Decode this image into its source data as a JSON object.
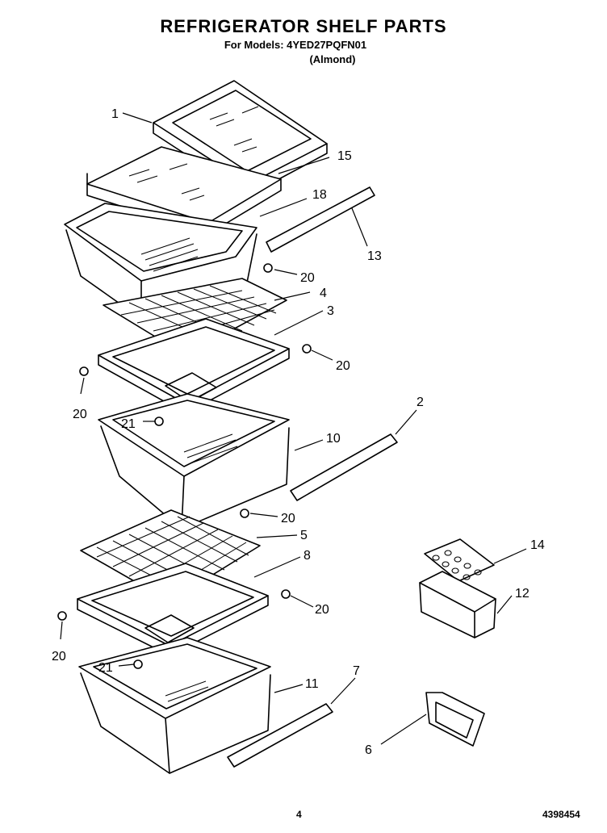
{
  "header": {
    "title": "REFRIGERATOR SHELF PARTS",
    "models": "For Models: 4YED27PQFN01",
    "color": "(Almond)"
  },
  "footer": {
    "page_number": "4",
    "document_number": "4398454"
  },
  "callouts": {
    "c1": "1",
    "c15": "15",
    "c18": "18",
    "c13": "13",
    "c20a": "20",
    "c4": "4",
    "c3": "3",
    "c20b": "20",
    "c20c": "20",
    "c21a": "21",
    "c10": "10",
    "c2": "2",
    "c20d": "20",
    "c5": "5",
    "c8": "8",
    "c14": "14",
    "c12": "12",
    "c20e": "20",
    "c20f": "20",
    "c21b": "21",
    "c11": "11",
    "c7": "7",
    "c6": "6"
  }
}
